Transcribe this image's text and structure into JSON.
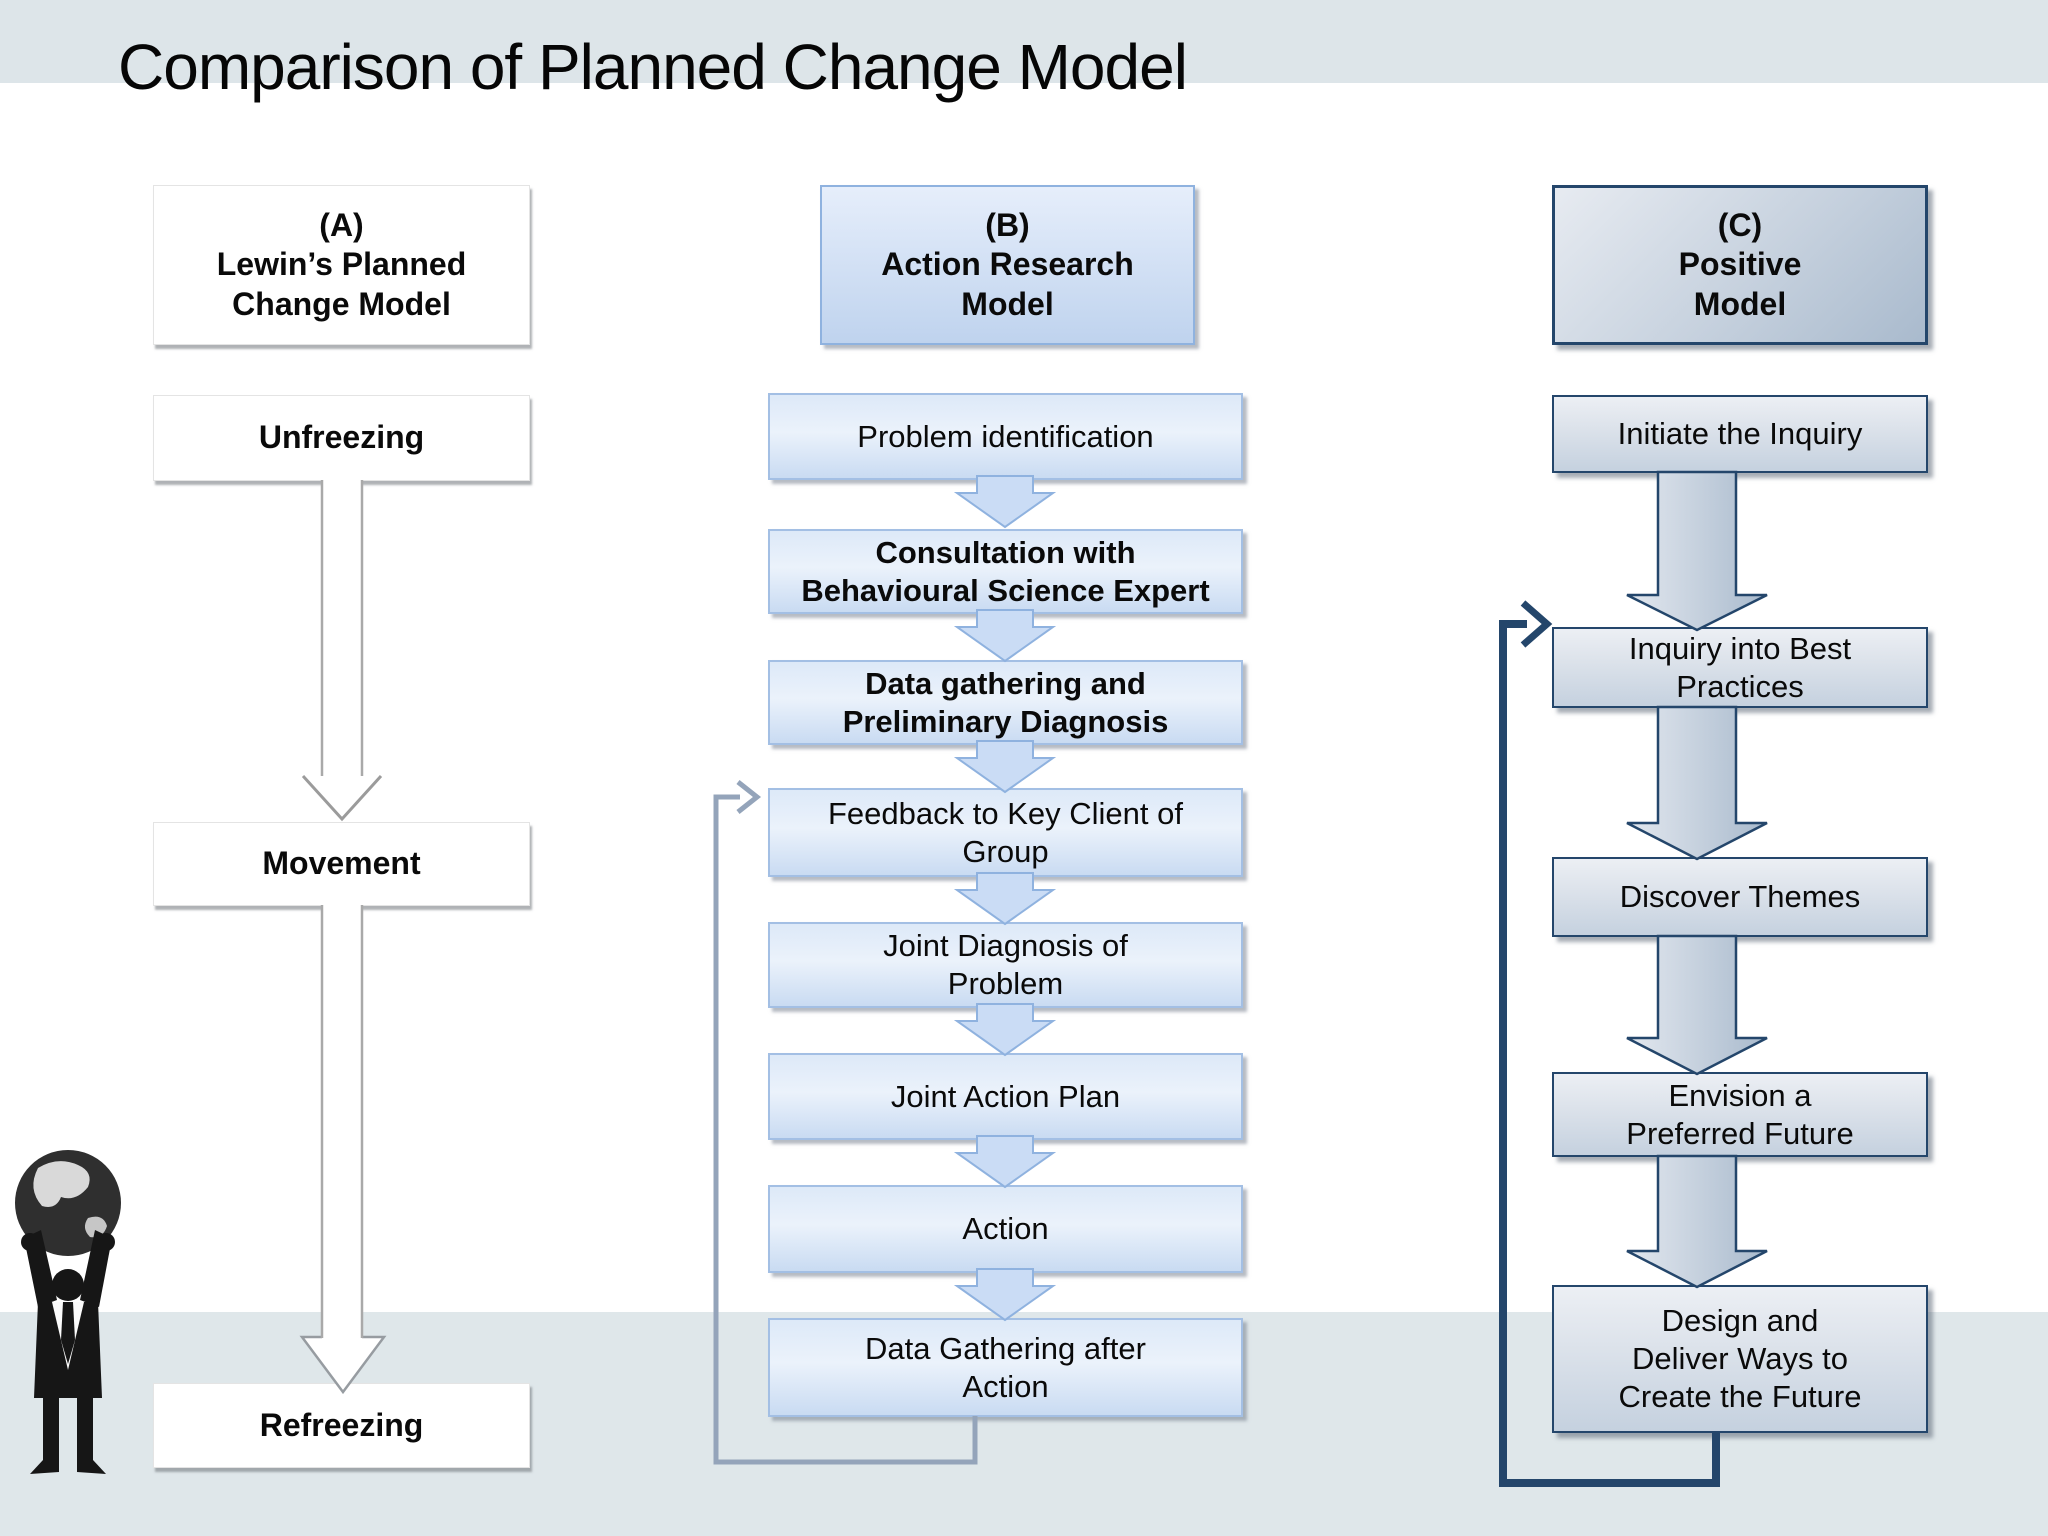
{
  "title": "Comparison of Planned Change Model",
  "columns": [
    {
      "id": "A",
      "header": "(A)\nLewin’s Planned\nChange Model",
      "steps": [
        "Unfreezing",
        "Movement",
        "Refreezing"
      ]
    },
    {
      "id": "B",
      "header": "(B)\nAction Research\nModel",
      "steps": [
        "Problem identification",
        "Consultation with\nBehavioural Science Expert",
        "Data gathering and\nPreliminary Diagnosis",
        "Feedback to Key Client of\nGroup",
        "Joint Diagnosis of\nProblem",
        "Joint Action Plan",
        "Action",
        "Data Gathering after\nAction"
      ]
    },
    {
      "id": "C",
      "header": "(C)\nPositive\nModel",
      "steps": [
        "Initiate the Inquiry",
        "Inquiry into Best\nPractices",
        "Discover Themes",
        "Envision a\nPreferred Future",
        "Design and\nDeliver Ways to\nCreate the Future"
      ]
    }
  ],
  "palette": {
    "band_top": "#dde5e9",
    "band_bottom": "#dfe7ea",
    "lewin_box_fill": "#ffffff",
    "action_research_fill_top": "#dde9f8",
    "action_research_fill_bottom": "#c9dbf2",
    "action_research_border": "#a3bfe4",
    "positive_fill_top": "#eceff4",
    "positive_fill_bottom": "#c5d1df",
    "positive_border": "#24466b",
    "feedback_loop_b": "#94a4ba",
    "feedback_loop_c": "#24466b",
    "text": "#0a0a0a"
  }
}
